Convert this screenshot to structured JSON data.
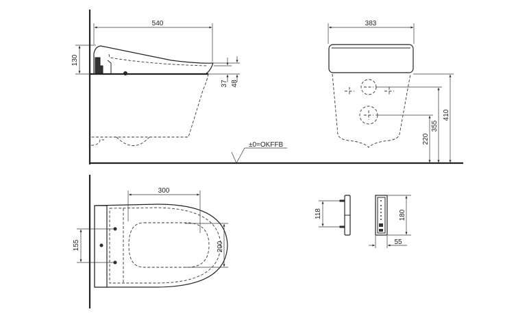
{
  "side_view": {
    "width_label": "540",
    "height_label": "130",
    "dim_37": "37",
    "dim_48": "48",
    "floor_label": "±0=OKFFB"
  },
  "front_view": {
    "width_label": "383",
    "dim_220": "220",
    "dim_355": "355",
    "dim_410": "410"
  },
  "plan_view": {
    "length_label": "300",
    "fixing_label": "155",
    "width_label": "200"
  },
  "remote": {
    "holder_spacing": "118",
    "height_label": "180",
    "width_label": "55"
  }
}
